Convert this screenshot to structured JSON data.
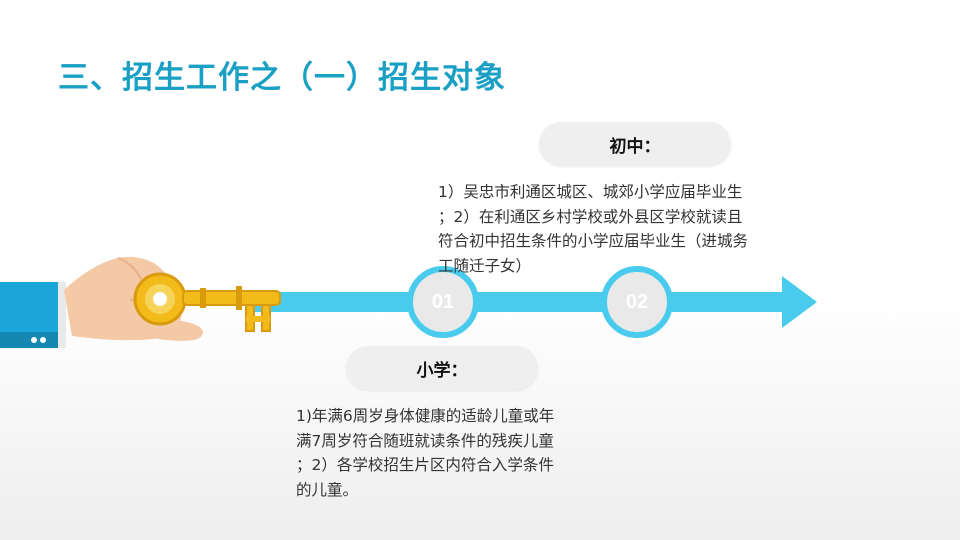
{
  "slide": {
    "title": "三、招生工作之（一）招生对象"
  },
  "timeline": {
    "steps": [
      {
        "number": "01"
      },
      {
        "number": "02"
      }
    ]
  },
  "sections": {
    "middle_school": {
      "label": "初中：",
      "lines": [
        "1）吴忠市利通区城区、城郊小学应届毕业生",
        "；2）在利通区乡村学校或外县区学校就读且",
        "符合初中招生条件的小学应届毕业生（进城务",
        "工随迁子女）"
      ]
    },
    "primary_school": {
      "label": "小学：",
      "lines": [
        "1)年满6周岁身体健康的适龄儿童或年",
        "满7周岁符合随班就读条件的残疾儿童",
        "；2）各学校招生片区内符合入学条件",
        "的儿童。"
      ]
    }
  },
  "colors": {
    "title": "#1aa0c4",
    "timeline": "#48cbed",
    "key_gold": "#f2bb1a",
    "sleeve_blue": "#1aa6d8"
  }
}
